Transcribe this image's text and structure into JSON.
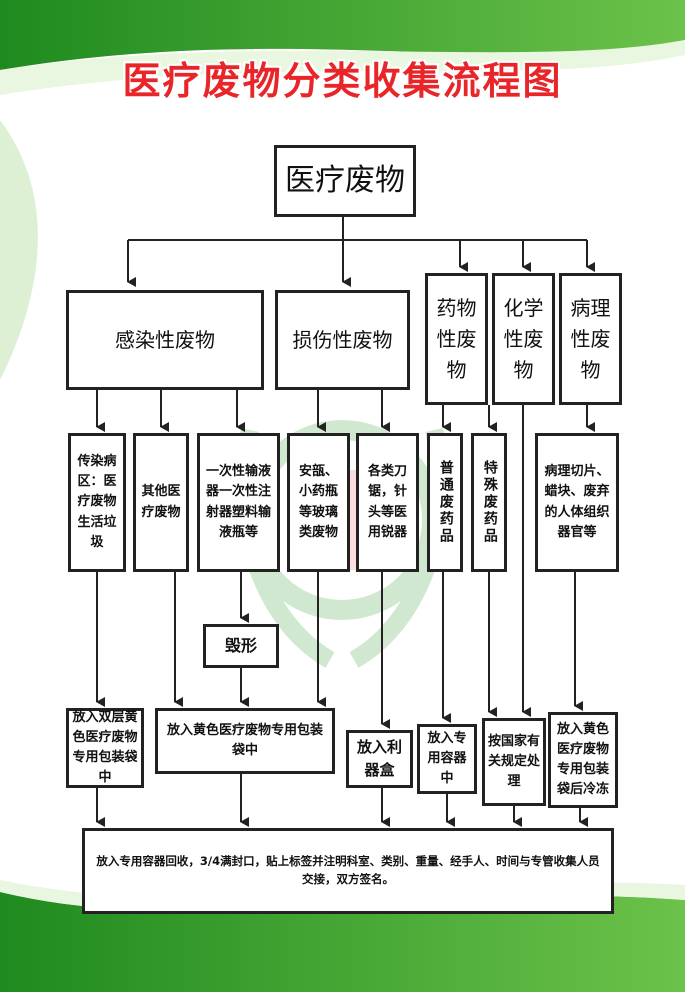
{
  "title": "医疗废物分类收集流程图",
  "root": "医疗废物",
  "categories": {
    "infectious": "感染性废物",
    "damage": "损伤性废物",
    "drug": "药物性废物",
    "chemical": "化学性废物",
    "pathological": "病理性废物"
  },
  "items": {
    "i1": "传染病区：医疗废物生活垃圾",
    "i2": "其他医疗废物",
    "i3": "一次性输液器一次性注射器塑料输液瓶等",
    "i4": "安瓿、小药瓶等玻璃类废物",
    "i5": "各类刀锯，针头等医用锐器",
    "i6": "普通废药品",
    "i7": "特殊废药品",
    "i8": "病理切片、蜡块、废弃的人体组织器官等"
  },
  "destroy": "毁形",
  "actions": {
    "a1": "放入双层黄色医疗废物专用包装袋中",
    "a2": "放入黄色医疗废物专用包装袋中",
    "a3": "放入利器盒",
    "a4": "放入专用容器中",
    "a5": "按国家有关规定处理",
    "a6": "放入黄色医疗废物专用包装袋后冷冻"
  },
  "final": "放入专用容器回收，3/4满封口，贴上标签并注明科室、类别、重量、经手人、时间与专管收集人员交接，双方签名。",
  "colors": {
    "title": "#e8262a",
    "green": "#2e9b2e",
    "line": "#222222"
  }
}
